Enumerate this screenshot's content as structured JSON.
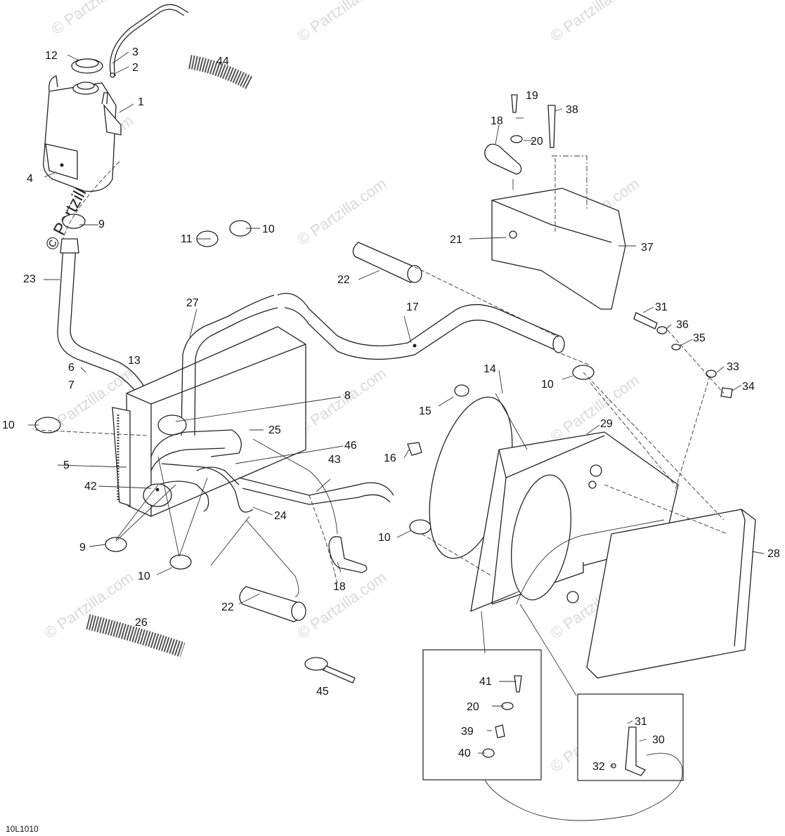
{
  "watermarks": [
    "© Partzilla.com",
    "© Partzilla.com",
    "© Partzilla.com",
    "© Partzilla.com",
    "© Partzilla.com",
    "© Partzilla.com",
    "© Partzilla.com",
    "© Partzilla.com",
    "© Partzilla.com",
    "© Partzilla.com",
    "© Partzilla.com",
    "© Partzilla.com",
    "© Partzilla.com"
  ],
  "brand_watermark": "© Partzilla.com",
  "diagram_code": "10L1010",
  "callouts": [
    {
      "id": "12",
      "text": "12"
    },
    {
      "id": "3",
      "text": "3"
    },
    {
      "id": "44",
      "text": "44"
    },
    {
      "id": "2",
      "text": "2"
    },
    {
      "id": "1",
      "text": "1"
    },
    {
      "id": "4",
      "text": "4"
    },
    {
      "id": "9a",
      "text": "9"
    },
    {
      "id": "23",
      "text": "23"
    },
    {
      "id": "11",
      "text": "11"
    },
    {
      "id": "10a",
      "text": "10"
    },
    {
      "id": "22a",
      "text": "22"
    },
    {
      "id": "27",
      "text": "27"
    },
    {
      "id": "17",
      "text": "17"
    },
    {
      "id": "13",
      "text": "13"
    },
    {
      "id": "6",
      "text": "6"
    },
    {
      "id": "7",
      "text": "7"
    },
    {
      "id": "10b",
      "text": "10"
    },
    {
      "id": "8",
      "text": "8"
    },
    {
      "id": "25",
      "text": "25"
    },
    {
      "id": "46",
      "text": "46"
    },
    {
      "id": "5",
      "text": "5"
    },
    {
      "id": "42",
      "text": "42"
    },
    {
      "id": "43",
      "text": "43"
    },
    {
      "id": "24",
      "text": "24"
    },
    {
      "id": "9b",
      "text": "9"
    },
    {
      "id": "10c",
      "text": "10"
    },
    {
      "id": "22b",
      "text": "22"
    },
    {
      "id": "18a",
      "text": "18"
    },
    {
      "id": "26",
      "text": "26"
    },
    {
      "id": "45",
      "text": "45"
    },
    {
      "id": "19",
      "text": "19"
    },
    {
      "id": "38",
      "text": "38"
    },
    {
      "id": "18b",
      "text": "18"
    },
    {
      "id": "20a",
      "text": "20"
    },
    {
      "id": "21",
      "text": "21"
    },
    {
      "id": "37",
      "text": "37"
    },
    {
      "id": "31a",
      "text": "31"
    },
    {
      "id": "36",
      "text": "36"
    },
    {
      "id": "35",
      "text": "35"
    },
    {
      "id": "33",
      "text": "33"
    },
    {
      "id": "34",
      "text": "34"
    },
    {
      "id": "10d",
      "text": "10"
    },
    {
      "id": "14",
      "text": "14"
    },
    {
      "id": "15",
      "text": "15"
    },
    {
      "id": "29",
      "text": "29"
    },
    {
      "id": "16",
      "text": "16"
    },
    {
      "id": "10e",
      "text": "10"
    },
    {
      "id": "28",
      "text": "28"
    },
    {
      "id": "41",
      "text": "41"
    },
    {
      "id": "20b",
      "text": "20"
    },
    {
      "id": "39",
      "text": "39"
    },
    {
      "id": "40",
      "text": "40"
    },
    {
      "id": "31b",
      "text": "31"
    },
    {
      "id": "30",
      "text": "30"
    },
    {
      "id": "32",
      "text": "32"
    }
  ]
}
